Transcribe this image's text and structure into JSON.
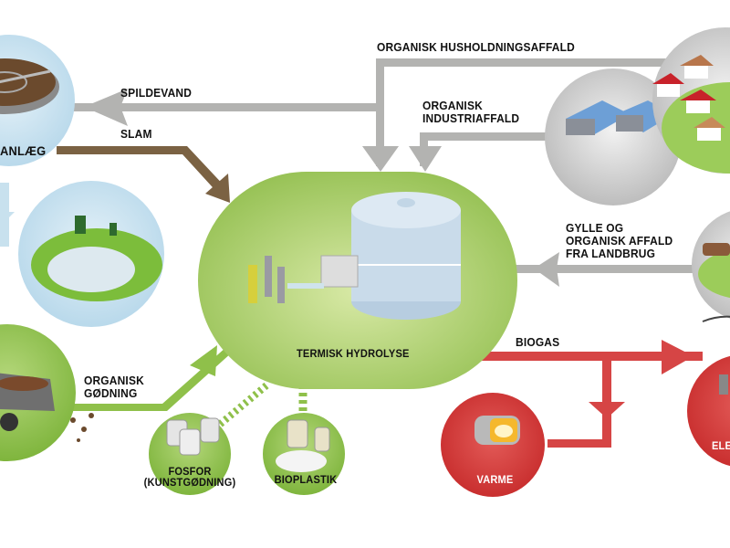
{
  "diagram": {
    "colors": {
      "gray_flow": "#b3b3b1",
      "sludge_flow": "#7b6243",
      "green_flow": "#8fc04a",
      "biogas_flow": "#d64545",
      "hub_fill": "#a9cd6a",
      "blue_node": "#c5e0ef",
      "gray_node": "#d9d9d9",
      "green_node": "#8cc04a",
      "red_node": "#d23c3c"
    },
    "hub": {
      "label": "TERMISK HYDROLYSE"
    },
    "nodes": {
      "treatment_plant": {
        "label": "ANLÆG"
      },
      "wetland": {
        "label": ""
      },
      "fertilizer_field": {
        "label": ""
      },
      "industry": {
        "label": ""
      },
      "households": {
        "label": ""
      },
      "farm": {
        "label": ""
      },
      "phosphorus": {
        "label_line1": "FOSFOR",
        "label_line2": "(KUNSTGØDNING)"
      },
      "bioplastic": {
        "label": "BIOPLASTIK"
      },
      "heat": {
        "label": "VARME"
      },
      "electricity": {
        "label": "ELE"
      }
    },
    "flows": {
      "wastewater": "SPILDEVAND",
      "sludge": "SLAM",
      "household_waste": "ORGANISK HUSHOLDNINGSAFFALD",
      "industrial_waste_1": "ORGANISK",
      "industrial_waste_2": "INDUSTRIAFFALD",
      "agri_1": "GYLLE OG",
      "agri_2": "ORGANISK AFFALD",
      "agri_3": "FRA LANDBRUG",
      "biogas": "BIOGAS",
      "fertilizer_1": "ORGANISK",
      "fertilizer_2": "GØDNING"
    }
  }
}
